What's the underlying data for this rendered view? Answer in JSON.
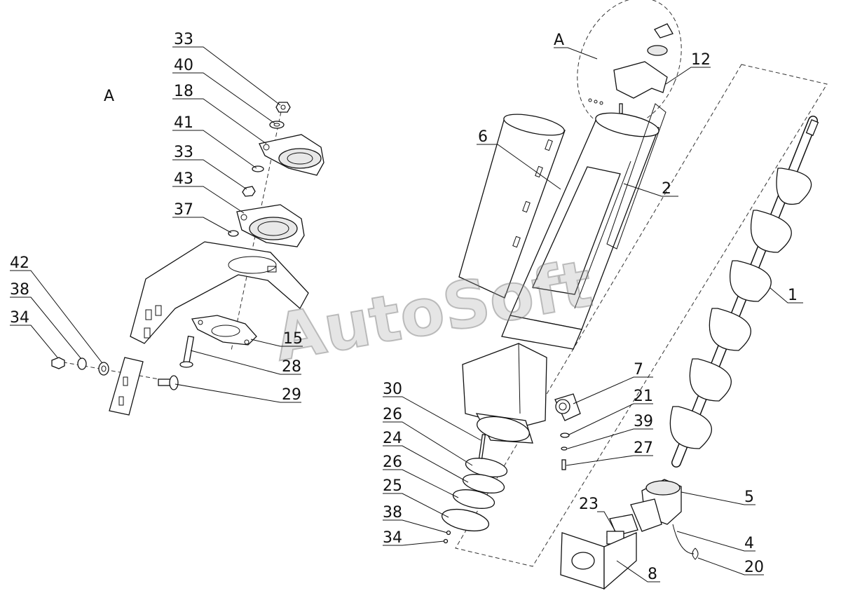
{
  "diagram": {
    "view_marker_detail": "A",
    "view_marker_main": "A",
    "watermark": "AutoSoft",
    "callouts": [
      {
        "id": "c1",
        "label": "1"
      },
      {
        "id": "c2",
        "label": "2"
      },
      {
        "id": "c4",
        "label": "4"
      },
      {
        "id": "c5",
        "label": "5"
      },
      {
        "id": "c6",
        "label": "6"
      },
      {
        "id": "c7",
        "label": "7"
      },
      {
        "id": "c8",
        "label": "8"
      },
      {
        "id": "c12",
        "label": "12"
      },
      {
        "id": "c15",
        "label": "15"
      },
      {
        "id": "c18",
        "label": "18"
      },
      {
        "id": "c20",
        "label": "20"
      },
      {
        "id": "c21",
        "label": "21"
      },
      {
        "id": "c23",
        "label": "23"
      },
      {
        "id": "c24",
        "label": "24"
      },
      {
        "id": "c25",
        "label": "25"
      },
      {
        "id": "c26a",
        "label": "26"
      },
      {
        "id": "c26b",
        "label": "26"
      },
      {
        "id": "c27",
        "label": "27"
      },
      {
        "id": "c28",
        "label": "28"
      },
      {
        "id": "c29",
        "label": "29"
      },
      {
        "id": "c30",
        "label": "30"
      },
      {
        "id": "c33a",
        "label": "33"
      },
      {
        "id": "c33b",
        "label": "33"
      },
      {
        "id": "c34a",
        "label": "34"
      },
      {
        "id": "c34b",
        "label": "34"
      },
      {
        "id": "c37",
        "label": "37"
      },
      {
        "id": "c38a",
        "label": "38"
      },
      {
        "id": "c38b",
        "label": "38"
      },
      {
        "id": "c39",
        "label": "39"
      },
      {
        "id": "c40",
        "label": "40"
      },
      {
        "id": "c41",
        "label": "41"
      },
      {
        "id": "c42",
        "label": "42"
      },
      {
        "id": "c43",
        "label": "43"
      }
    ]
  }
}
